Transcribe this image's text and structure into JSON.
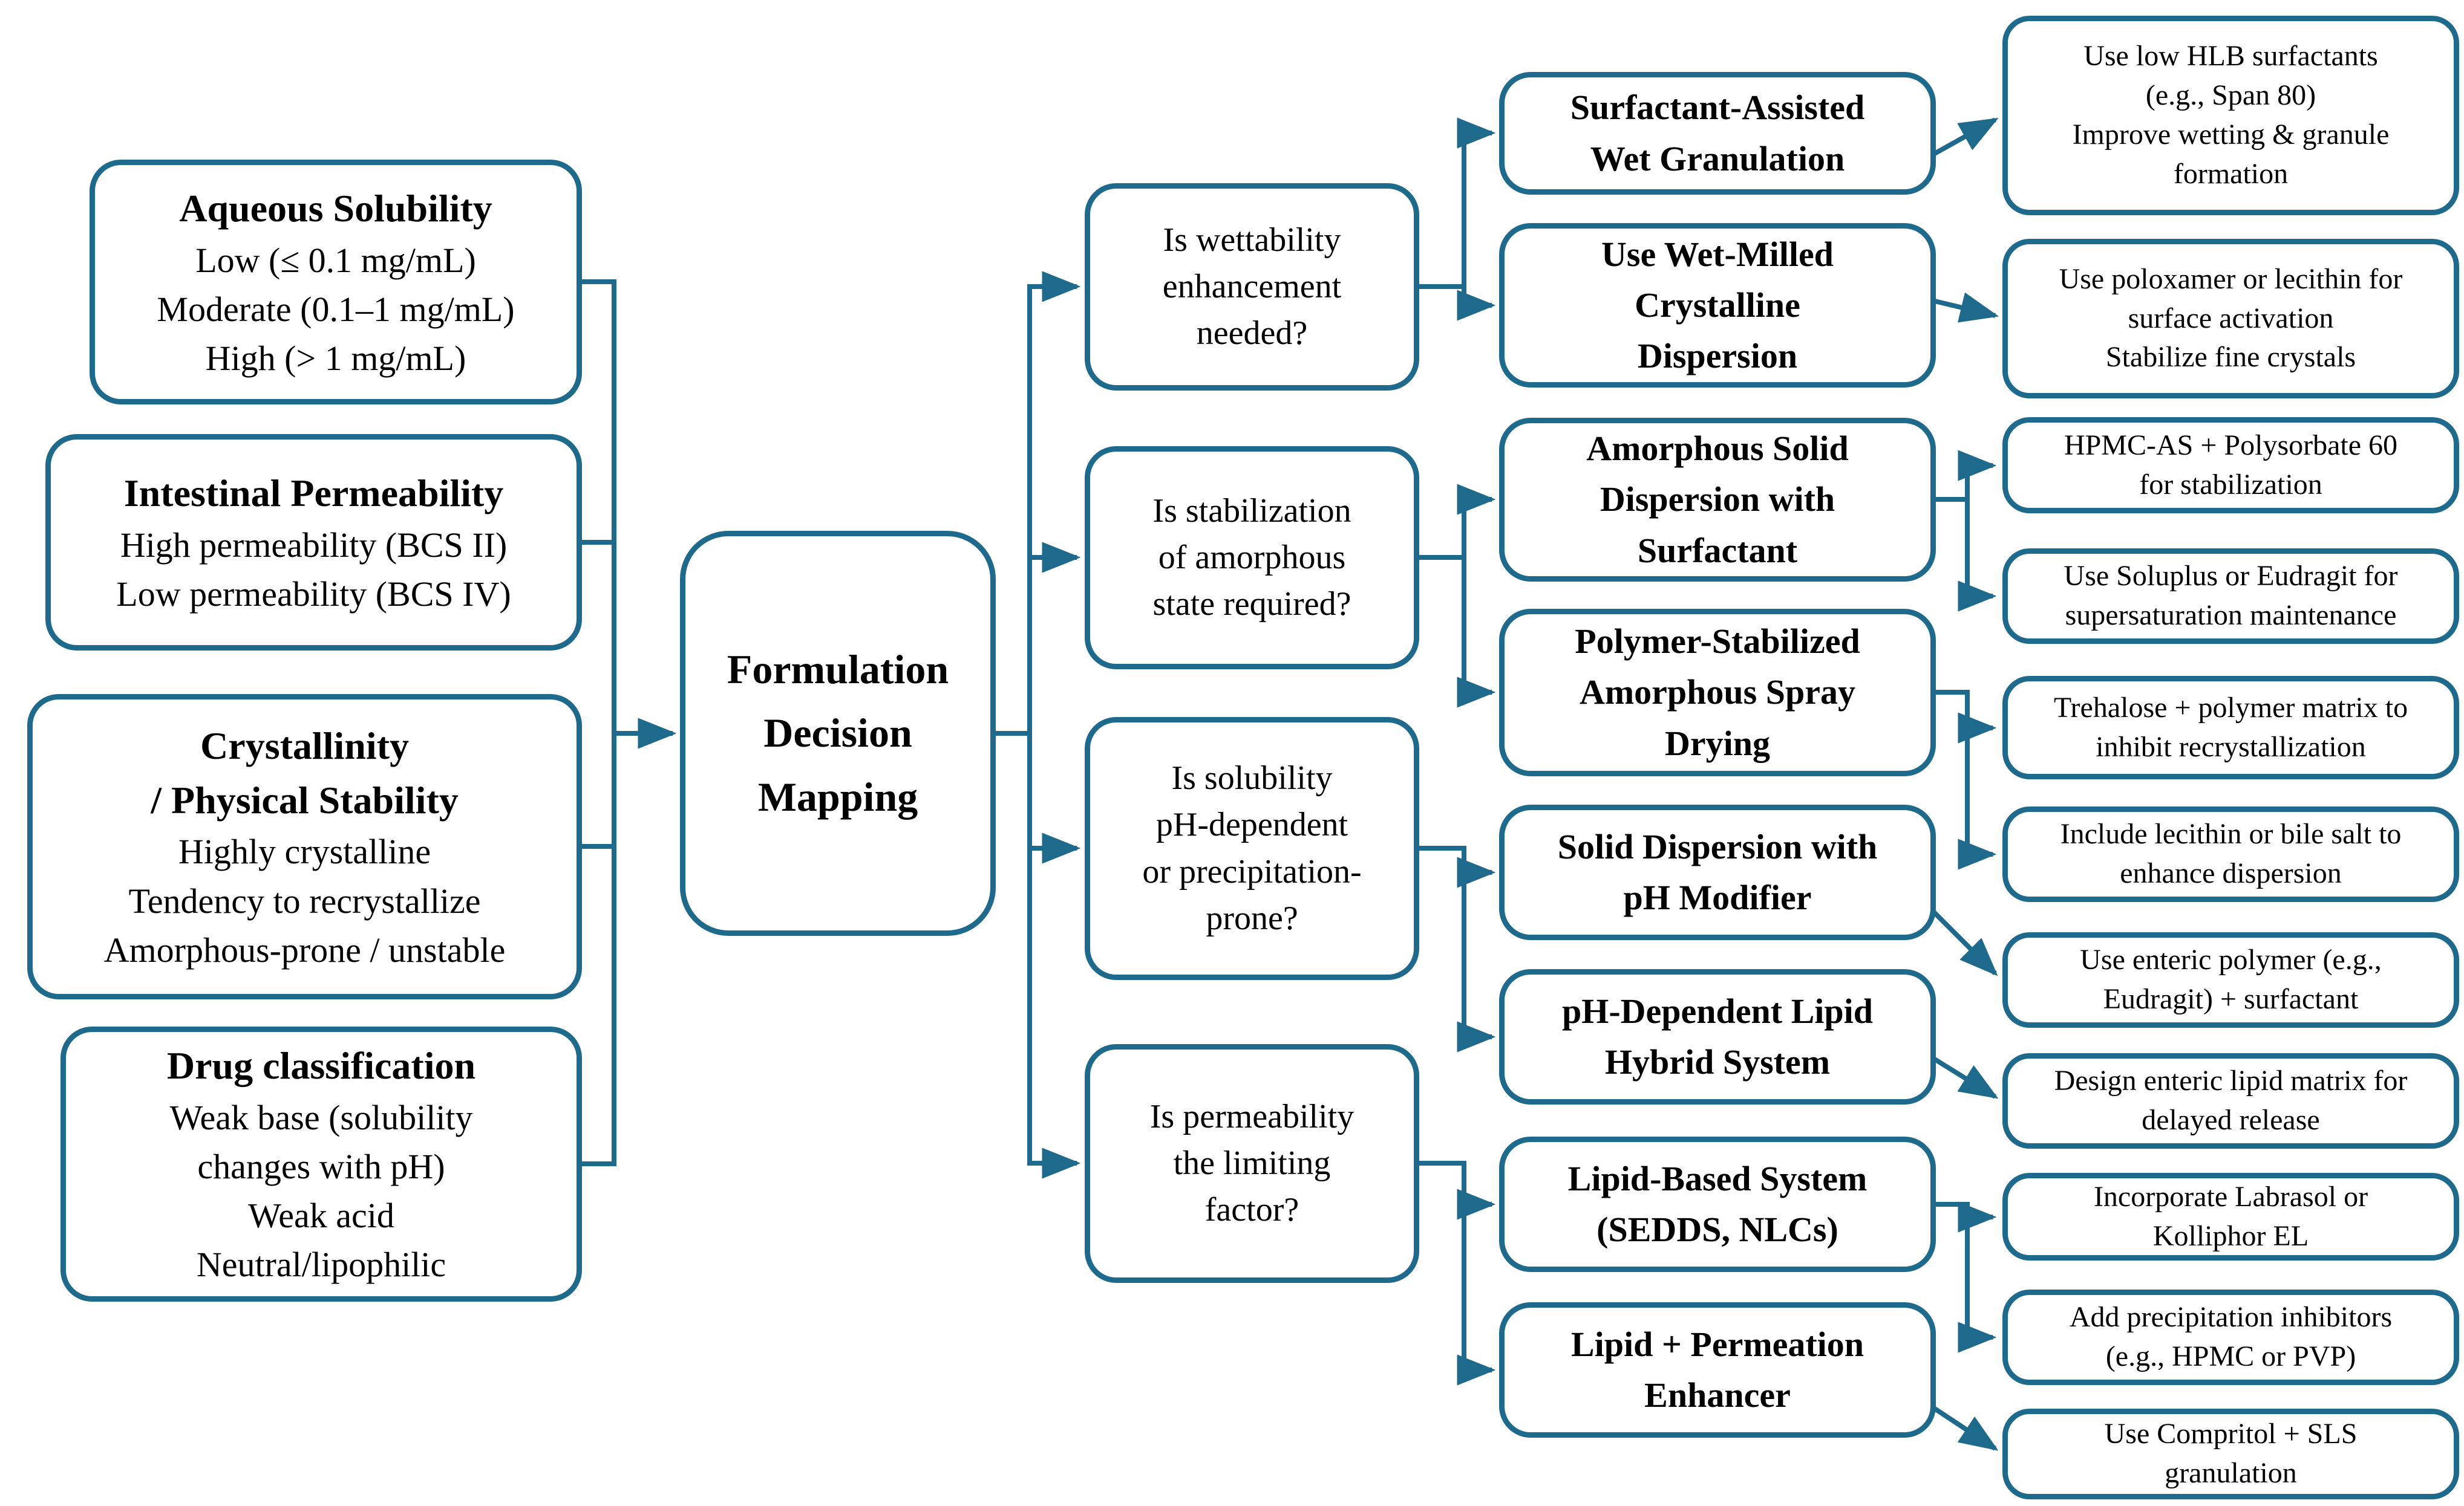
{
  "diagram_title": "Formulation Decision Mapping",
  "colors": {
    "accent": "#1e6a8c",
    "text": "#000000",
    "background": "#ffffff"
  },
  "center_box": {
    "lines": [
      "Formulation",
      "Decision",
      "Mapping"
    ]
  },
  "input_boxes": [
    {
      "title": [
        "Aqueous Solubility"
      ],
      "lines": [
        "Low (≤ 0.1 mg/mL)",
        "Moderate (0.1–1 mg/mL)",
        "High (> 1 mg/mL)"
      ]
    },
    {
      "title": [
        "Intestinal Permeability"
      ],
      "lines": [
        "High permeability (BCS II)",
        "Low permeability (BCS IV)"
      ]
    },
    {
      "title": [
        "Crystallinity",
        "/ Physical Stability"
      ],
      "lines": [
        "Highly crystalline",
        "Tendency to recrystallize",
        "Amorphous-prone / unstable"
      ]
    },
    {
      "title": [
        "Drug classification"
      ],
      "lines": [
        "Weak base (solubility",
        "changes with pH)",
        "Weak acid",
        "Neutral/lipophilic"
      ]
    }
  ],
  "question_boxes": [
    {
      "lines": [
        "Is wettability",
        "enhancement",
        "needed?"
      ]
    },
    {
      "lines": [
        "Is stabilization",
        "of amorphous",
        "state required?"
      ]
    },
    {
      "lines": [
        "Is solubility",
        "pH-dependent",
        "or precipitation-",
        "prone?"
      ]
    },
    {
      "lines": [
        "Is permeability",
        "the limiting",
        "factor?"
      ]
    }
  ],
  "strategy_boxes": [
    {
      "lines": [
        "Surfactant-Assisted",
        "Wet Granulation"
      ]
    },
    {
      "lines": [
        "Use Wet-Milled",
        "Crystalline",
        "Dispersion"
      ]
    },
    {
      "lines": [
        "Amorphous Solid",
        "Dispersion with",
        "Surfactant"
      ]
    },
    {
      "lines": [
        "Polymer-Stabilized",
        "Amorphous Spray",
        "Drying"
      ]
    },
    {
      "lines": [
        "Solid Dispersion with",
        "pH Modifier"
      ]
    },
    {
      "lines": [
        "pH-Dependent Lipid",
        "Hybrid System"
      ]
    },
    {
      "lines": [
        "Lipid-Based System",
        "(SEDDS, NLCs)"
      ]
    },
    {
      "lines": [
        "Lipid + Permeation",
        "Enhancer"
      ]
    }
  ],
  "detail_boxes": [
    {
      "lines": [
        "Use low HLB surfactants",
        "(e.g., Span 80)",
        "Improve wetting & granule",
        "formation"
      ]
    },
    {
      "lines": [
        "Use poloxamer or lecithin for",
        "surface activation",
        "Stabilize fine crystals"
      ]
    },
    {
      "lines": [
        "HPMC-AS + Polysorbate 60",
        "for stabilization"
      ]
    },
    {
      "lines": [
        "Use Soluplus or Eudragit for",
        "supersaturation maintenance"
      ]
    },
    {
      "lines": [
        "Trehalose + polymer matrix to",
        "inhibit recrystallization"
      ]
    },
    {
      "lines": [
        "Include lecithin or bile salt to",
        "enhance dispersion"
      ]
    },
    {
      "lines": [
        "Use enteric polymer (e.g.,",
        "Eudragit) + surfactant"
      ]
    },
    {
      "lines": [
        "Design enteric lipid matrix for",
        "delayed release"
      ]
    },
    {
      "lines": [
        "Incorporate Labrasol or",
        "Kolliphor EL"
      ]
    },
    {
      "lines": [
        "Add precipitation inhibitors",
        "(e.g., HPMC or PVP)"
      ]
    },
    {
      "lines": [
        "Use Compritol + SLS",
        "granulation"
      ]
    }
  ]
}
